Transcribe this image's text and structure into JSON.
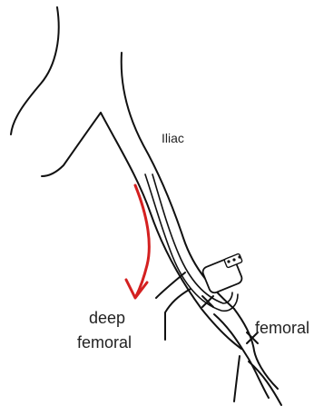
{
  "labels": {
    "iliac": "Iliac",
    "deep_femoral_line1": "deep",
    "deep_femoral_line2": "femoral",
    "femoral": "femoral"
  },
  "colors": {
    "line": "#111111",
    "arrow": "#d42020",
    "background": "#ffffff",
    "text": "#222222"
  }
}
